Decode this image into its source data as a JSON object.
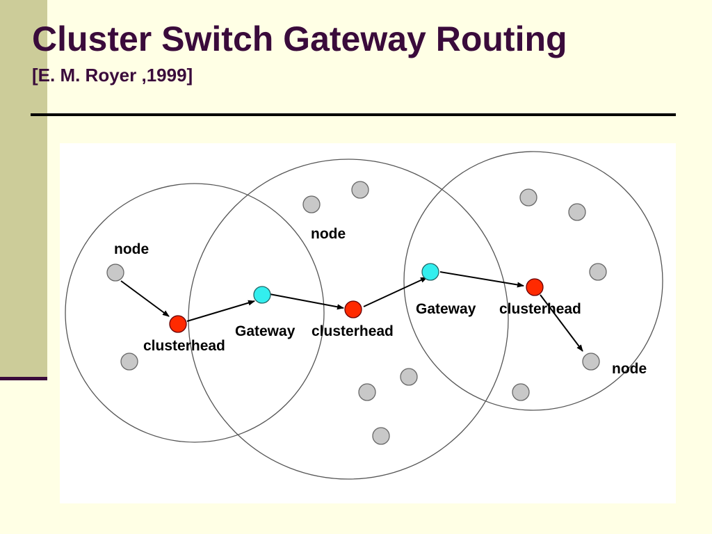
{
  "slide": {
    "title": "Cluster Switch Gateway Routing",
    "subtitle": "[E. M. Royer ,1999]"
  },
  "diagram": {
    "labels": {
      "node_left": "node",
      "node_middle": "node",
      "node_right": "node",
      "clusterhead_left": "clusterhead",
      "clusterhead_middle": "clusterhead",
      "clusterhead_right": "clusterhead",
      "gateway_left": "Gateway",
      "gateway_right": "Gateway"
    },
    "colors": {
      "node": "#C8C8C8",
      "clusterhead": "#FF2A00",
      "gateway": "#33EEEE",
      "background": "#FFFFE5",
      "accent_band": "#CCCC99",
      "title_text": "#3A0B3B"
    },
    "legend_roles": [
      "node",
      "clusterhead",
      "gateway"
    ]
  }
}
